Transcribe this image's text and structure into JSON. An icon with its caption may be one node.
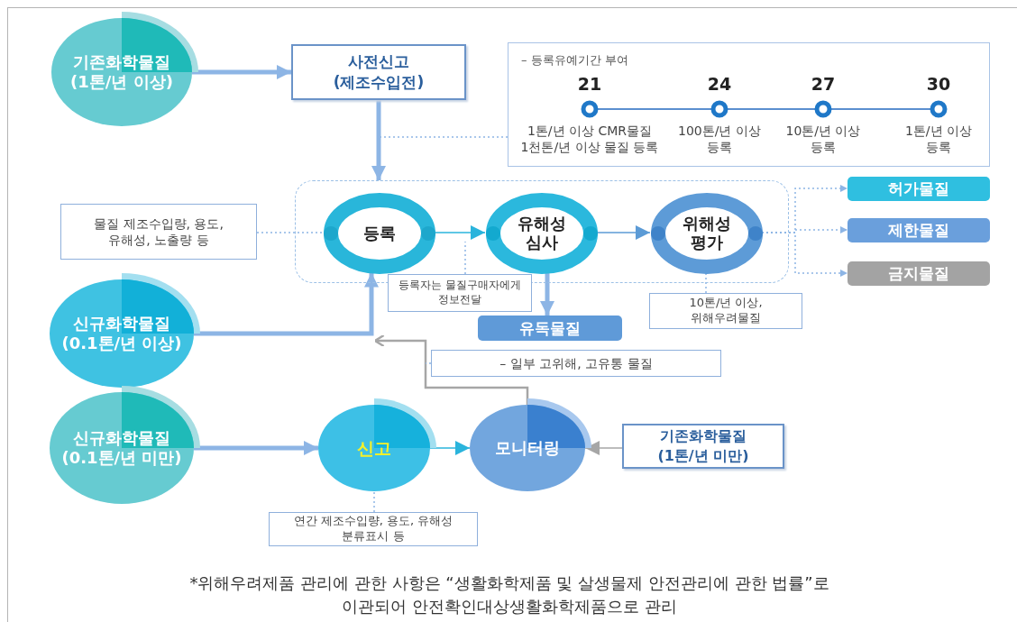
{
  "diagram": {
    "caption": "*위해우려제품 관리에 관한 사항은 “생활화학제품 및 살생물제 안전관리에 관한 법률”로 이관되어 안전확인대상생활화학제품으로 관리",
    "nodes": [
      {
        "text": [
          "기존화학물질 (1톤/년 이상)"
        ]
      },
      {
        "text": [
          "사전신고 (제조수입전)"
        ]
      },
      {
        "text": [
          "– 등록유예기간 부여",
          "21",
          "24",
          "27",
          "30",
          "1톤/년 이상 CMR물질 1천톤/년 이상 물질 등록",
          "100톤/년 이상 등록",
          "10톤/년 이상 등록",
          "1톤/년 이상 등록"
        ]
      },
      {
        "text": [],
        "shape": "box"
      },
      {
        "text": [
          "등록"
        ],
        "in": 3
      },
      {
        "text": [
          "유해성 심사"
        ],
        "in": 3
      },
      {
        "text": [
          "위해성 평가"
        ],
        "in": 3
      },
      {
        "text": [
          "허가물질"
        ]
      },
      {
        "text": [
          "제한물질"
        ]
      },
      {
        "text": [
          "금지물질"
        ]
      },
      {
        "text": [
          "물질 제조수입량, 용도, 유해성, 노출량 등"
        ]
      },
      {
        "text": [
          "신규화학물질 (0.1톤/년 이상)"
        ]
      },
      {
        "text": [
          "등록자는 물질구매자에게 정보전달"
        ]
      },
      {
        "text": [
          "유독물질"
        ]
      },
      {
        "text": [
          "10톤/년 이상, 위해우려물질"
        ]
      },
      {
        "text": [
          "– 일부 고위해, 고유통 물질"
        ]
      },
      {
        "text": [
          "신규화학물질 (0.1톤/년 미만)"
        ]
      },
      {
        "text": [
          "신고"
        ]
      },
      {
        "text": [
          "모니터링"
        ]
      },
      {
        "text": [
          "기존화학물질 (1톤/년 미만)"
        ]
      },
      {
        "text": [
          "연간 제조수입량, 용도, 유해성 분류표시 등"
        ]
      }
    ],
    "edges": [
      {
        "from": 0,
        "to": 1,
        "arrow": "to",
        "style": "thick"
      },
      {
        "from": 1,
        "to": 3,
        "arrow": "to",
        "style": "thick"
      },
      {
        "from": 2,
        "to": null,
        "arrow": "none",
        "style": "dashed"
      },
      {
        "from": 10,
        "to": 4,
        "arrow": "none",
        "style": "dashed"
      },
      {
        "from": 4,
        "to": 5,
        "arrow": "to",
        "color": "#2ab4dc"
      },
      {
        "from": 5,
        "to": 6,
        "arrow": "to",
        "color": "#5c9bd6"
      },
      {
        "from": 6,
        "to": 7,
        "arrow": "to",
        "style": "dashed"
      },
      {
        "from": 6,
        "to": 8,
        "arrow": "to",
        "style": "dashed"
      },
      {
        "from": 6,
        "to": 9,
        "arrow": "to",
        "style": "dashed"
      },
      {
        "from": 11,
        "to": 4,
        "arrow": "to",
        "style": "thick"
      },
      {
        "from": 12,
        "to": null,
        "arrow": "none",
        "style": "dashed"
      },
      {
        "from": 5,
        "to": 13,
        "arrow": "to",
        "style": "thick"
      },
      {
        "from": 14,
        "to": 6,
        "arrow": "none",
        "style": "dashed"
      },
      {
        "from": 18,
        "to": null,
        "arrow": "to",
        "color": "#a6a6a6"
      },
      {
        "from": 15,
        "to": null,
        "arrow": "none",
        "style": "dashed"
      },
      {
        "from": 16,
        "to": 17,
        "arrow": "to",
        "style": "thick"
      },
      {
        "from": 17,
        "to": 18,
        "arrow": "to",
        "color": "#2ab4dc"
      },
      {
        "from": 19,
        "to": 18,
        "arrow": "to",
        "color": "#a6a6a6"
      },
      {
        "from": 20,
        "to": 17,
        "arrow": "none",
        "style": "dashed"
      }
    ]
  }
}
